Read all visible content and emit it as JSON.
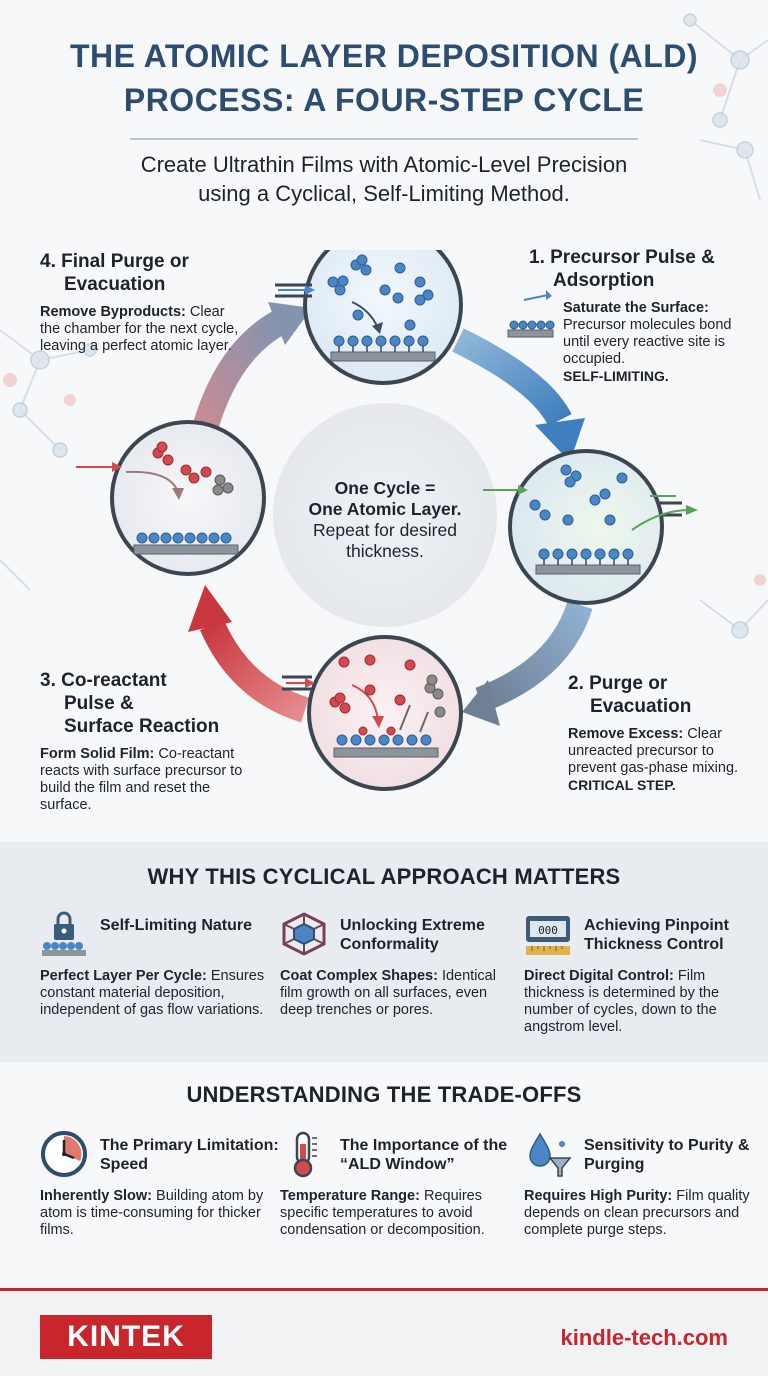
{
  "title_line1": "THE ATOMIC LAYER DEPOSITION (ALD)",
  "title_line2": "PROCESS: A FOUR-STEP CYCLE",
  "subtitle_line1": "Create Ultrathin Films with Atomic-Level Precision",
  "subtitle_line2": "using a Cyclical, Self-Limiting Method.",
  "steps": {
    "s1": {
      "title_line1": "1. Precursor Pulse &",
      "title_line2": "Adsorption",
      "lead": "Saturate the Surface:",
      "text": " Precursor molecules bond until every reactive site is occupied.",
      "emphasis": "SELF-LIMITING."
    },
    "s2": {
      "title_line1": "2. Purge or",
      "title_line2": "Evacuation",
      "lead": "Remove Excess:",
      "text": " Clear unreacted precursor to prevent gas-phase mixing.",
      "emphasis": "CRITICAL STEP."
    },
    "s3": {
      "title_line1": "3. Co-reactant",
      "title_line2": "Pulse &",
      "title_line3": "Surface Reaction",
      "lead": "Form Solid Film:",
      "text": " Co-reactant reacts with surface precursor to build the film and reset the surface."
    },
    "s4": {
      "title_line1": "4. Final Purge or",
      "title_line2": "Evacuation",
      "lead": "Remove Byproducts:",
      "text": " Clear the chamber for the next cycle, leaving a perfect atomic layer."
    }
  },
  "center": {
    "line1": "One Cycle =",
    "line2": "One Atomic Layer.",
    "line3": "Repeat for desired",
    "line4": "thickness."
  },
  "why": {
    "heading": "WHY THIS CYCLICAL APPROACH MATTERS",
    "cards": [
      {
        "icon": "lock-layer-icon",
        "title": "Self-Limiting Nature",
        "lead": "Perfect Layer Per Cycle:",
        "text": " Ensures constant material deposition, independent of gas flow variations."
      },
      {
        "icon": "3d-cube-icon",
        "title": "Unlocking Extreme Conformality",
        "lead": "Coat Complex Shapes:",
        "text": " Identical film growth on all surfaces, even deep trenches or pores."
      },
      {
        "icon": "digital-counter-icon",
        "title": "Achieving Pinpoint Thickness Control",
        "lead": "Direct Digital Control:",
        "text": " Film thickness is determined by the number of cycles, down to the angstrom level."
      }
    ],
    "counter_value": "000"
  },
  "trade": {
    "heading": "UNDERSTANDING THE TRADE-OFFS",
    "cards": [
      {
        "icon": "clock-icon",
        "title": "The Primary Limitation: Speed",
        "lead": "Inherently Slow:",
        "text": " Building atom by atom is time-consuming for thicker films."
      },
      {
        "icon": "thermometer-icon",
        "title": "The Importance of the “ALD Window”",
        "lead": "Temperature Range:",
        "text": " Requires specific temperatures to avoid condensation or decomposition."
      },
      {
        "icon": "droplet-funnel-icon",
        "title": "Sensitivity to Purity & Purging",
        "lead": "Requires High Purity:",
        "text": " Film quality depends on clean precursors and complete purge steps."
      }
    ]
  },
  "footer": {
    "logo": "KINTEK",
    "site": "kindle-tech.com"
  },
  "colors": {
    "title": "#2c4d6f",
    "precursor": "#4a86c5",
    "coreactant": "#d24a50",
    "byproduct": "#8a8a8a",
    "brand": "#c9252c"
  }
}
